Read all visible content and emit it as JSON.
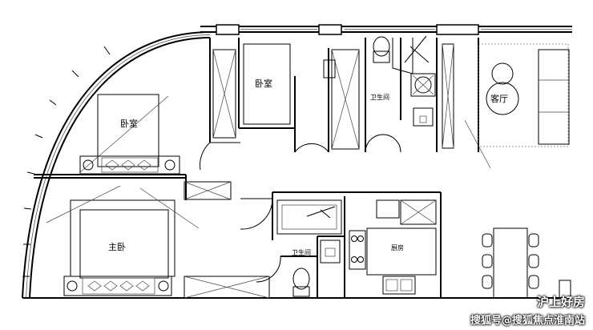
{
  "rooms": {
    "bedroom_top": "卧室",
    "bedroom_left": "卧室",
    "master_bedroom": "主卧",
    "bathroom_top": "卫生间",
    "bathroom_bottom": "卫生间",
    "kitchen": "厨房",
    "living_room": "客厅"
  },
  "watermark": {
    "logo": "沪上好房",
    "text": "搜狐号@搜狐焦点淮南站"
  }
}
